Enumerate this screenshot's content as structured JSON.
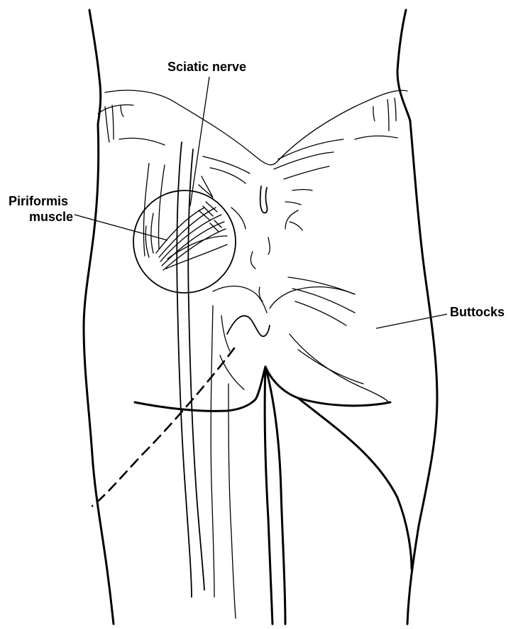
{
  "labels": {
    "sciatic_nerve": "Sciatic nerve",
    "piriformis_line1": "Piriformis",
    "piriformis_line2": "muscle",
    "buttocks": "Buttocks"
  },
  "colors": {
    "ink": "#000000",
    "background": "#ffffff"
  }
}
